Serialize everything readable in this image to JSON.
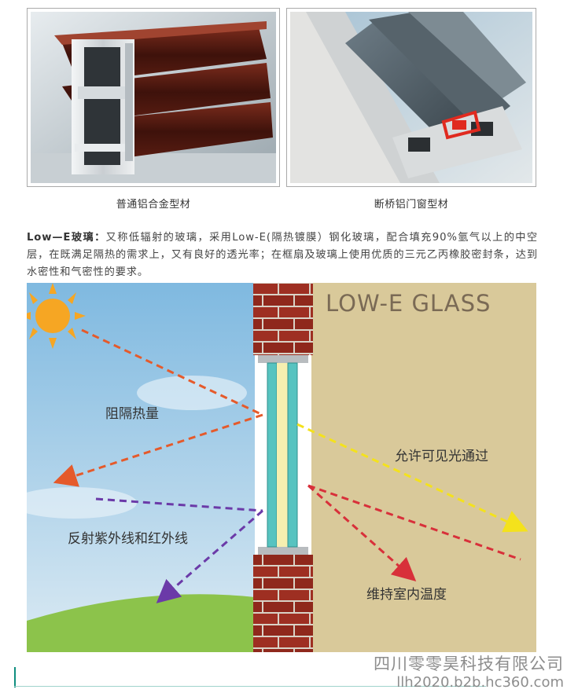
{
  "captions": {
    "left": "普通铝合金型材",
    "right": "断桥铝门窗型材"
  },
  "paragraph": {
    "term": "Low—E玻璃",
    "separator": "：",
    "body": "又称低辐射的玻璃，采用Low-E(隔热镀膜）钢化玻璃，配合填充90%氩气以上的中空层，在既满足隔热的需求上，又有良好的透光率；在框扇及玻璃上使用优质的三元乙丙橡胶密封条，达到水密性和气密性的要求。"
  },
  "diagram": {
    "title": "LOW-E GLASS",
    "labels": {
      "block_heat": "阻隔热量",
      "reflect_uv_ir": "反射紫外线和红外线",
      "allow_light": "允许可见光通过",
      "keep_temp": "维持室内温度"
    }
  },
  "watermark": {
    "company": "四川零零昊科技有限公司",
    "domain": "llh2020.b2b.hc360.com"
  },
  "colors": {
    "sky_top": "#7fb9e0",
    "sky_bottom": "#dbeaf3",
    "indoor": "#d9c99a",
    "brick": "#9e2f22",
    "glass": "#57c3c0",
    "heat_arrow": "#e55a2b",
    "uv_arrow": "#6b3aa8",
    "light_arrow": "#f4e21c",
    "temp_arrow": "#d8303a",
    "title": "#7a6a55"
  }
}
